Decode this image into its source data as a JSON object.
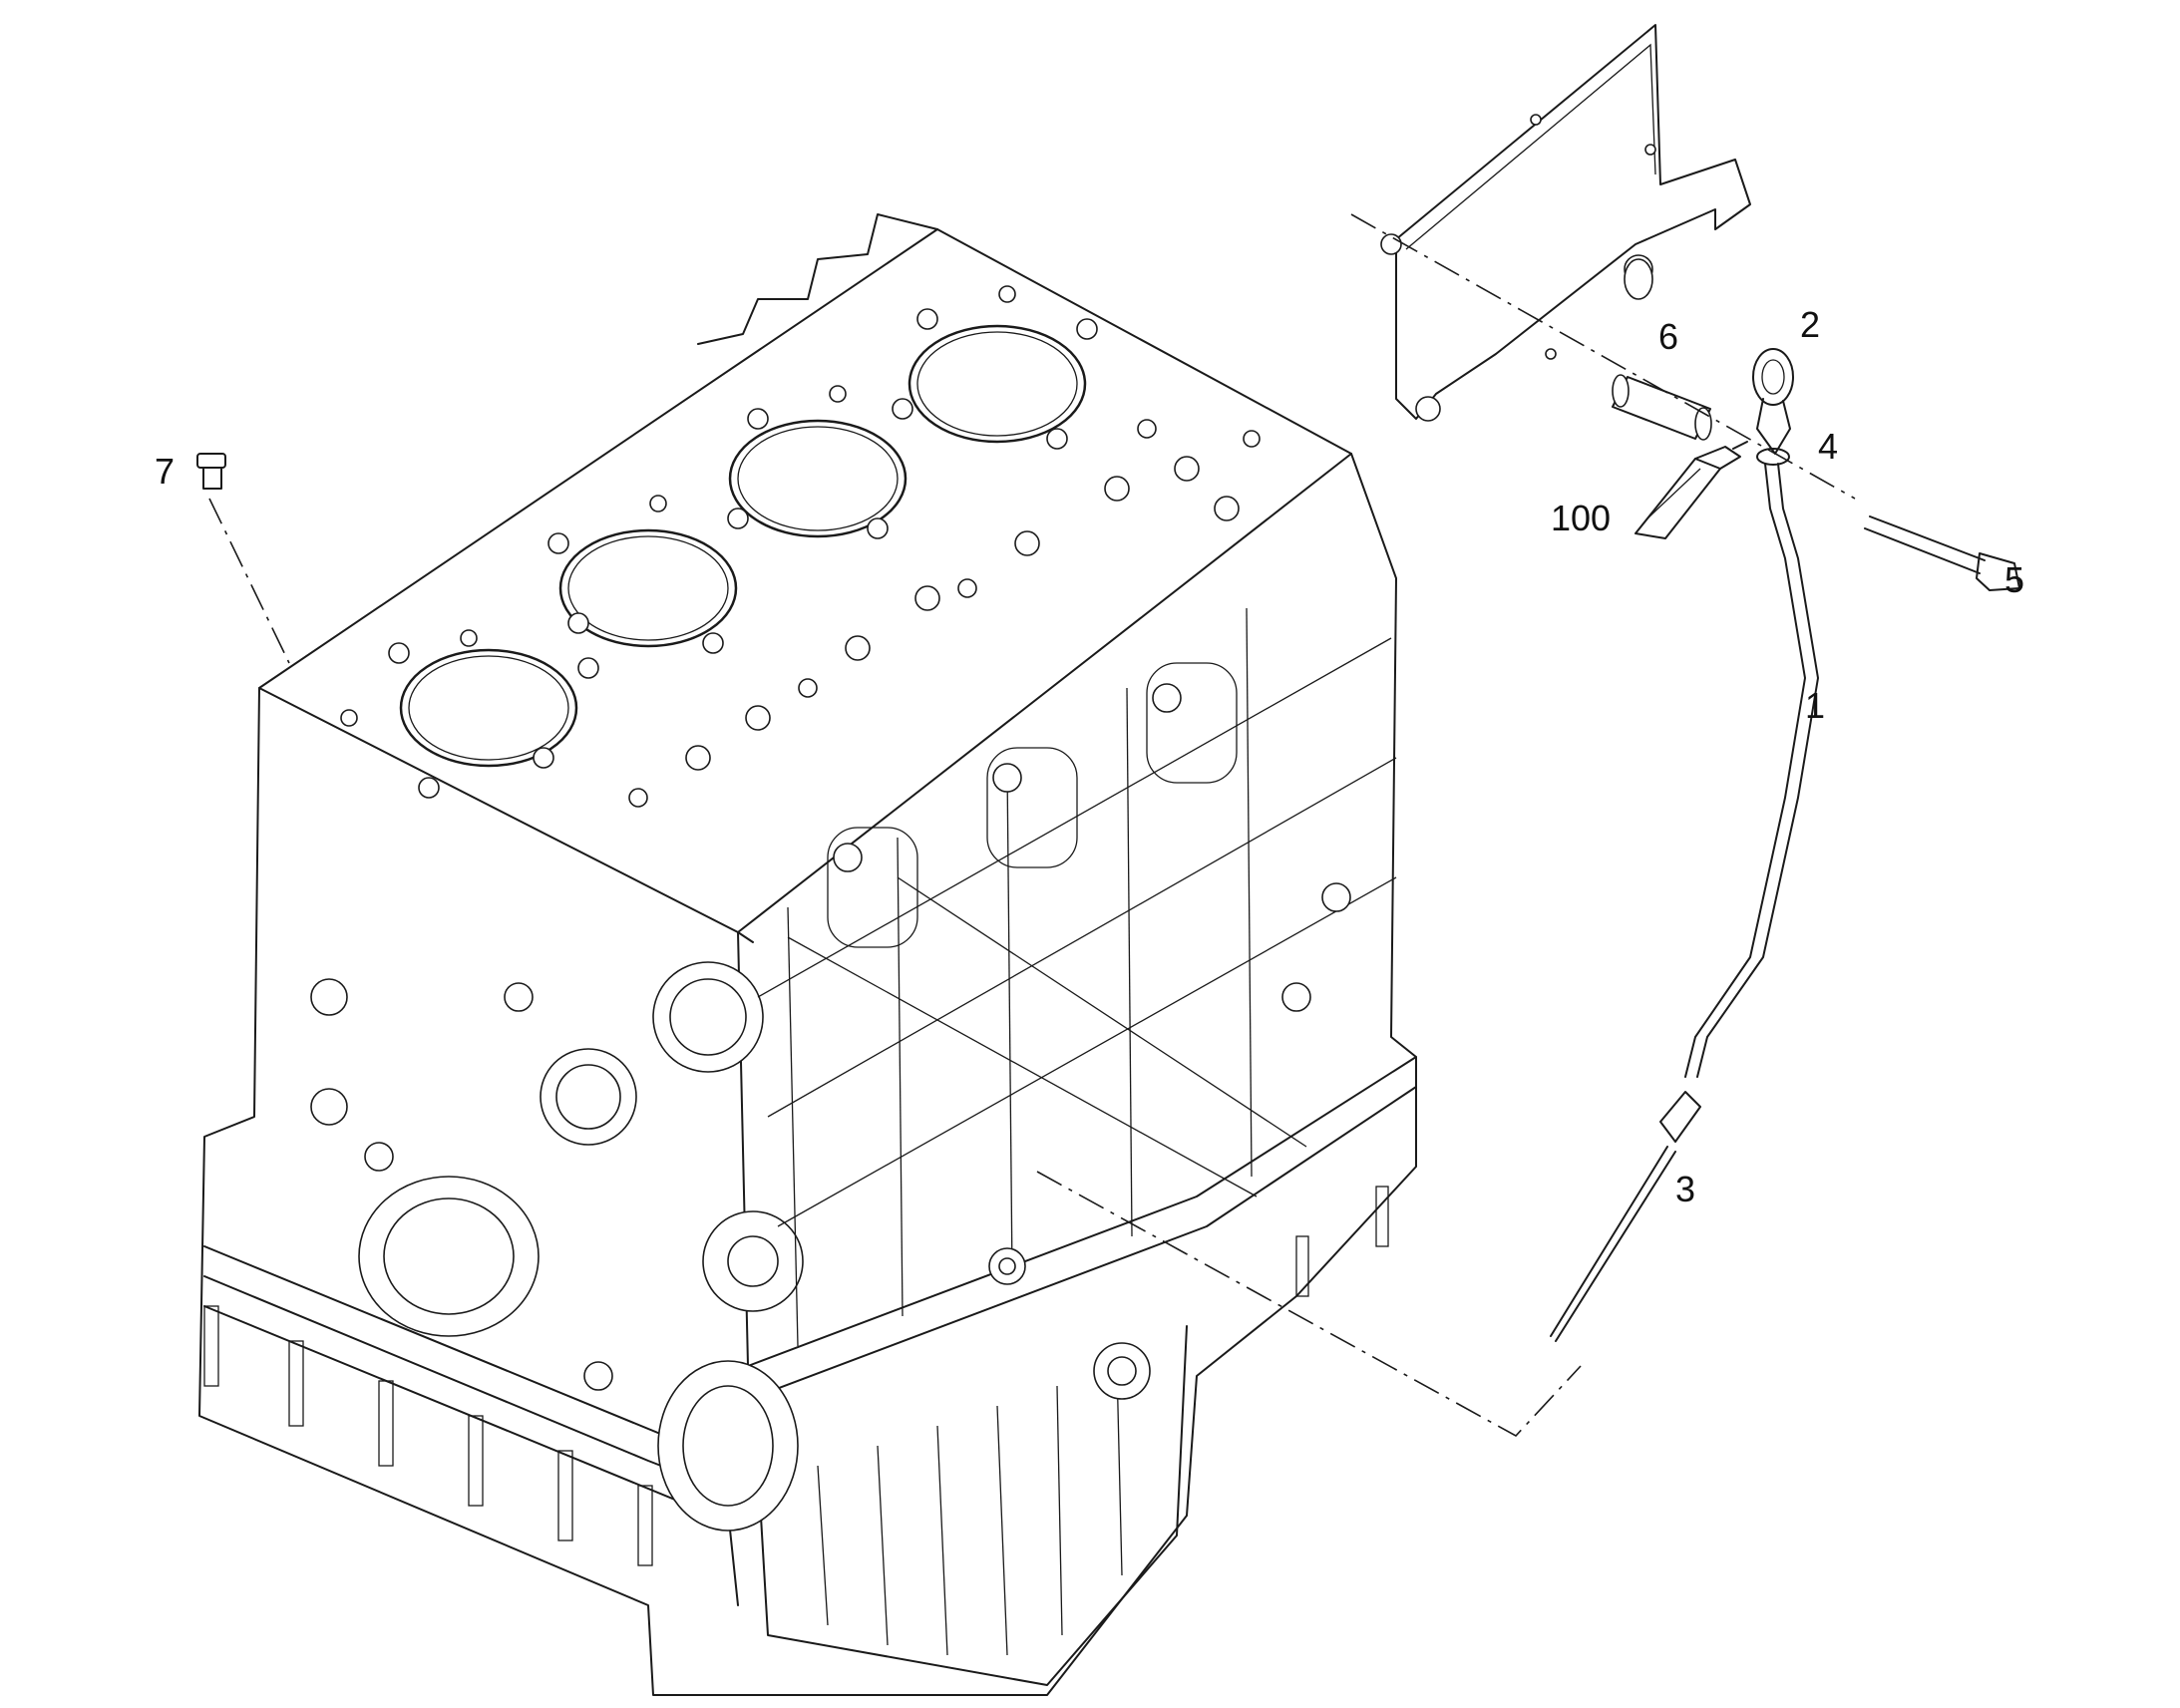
{
  "diagram": {
    "callouts": [
      {
        "id": "1",
        "label": "1"
      },
      {
        "id": "2",
        "label": "2"
      },
      {
        "id": "3",
        "label": "3"
      },
      {
        "id": "4",
        "label": "4"
      },
      {
        "id": "5",
        "label": "5"
      },
      {
        "id": "6",
        "label": "6"
      },
      {
        "id": "7",
        "label": "7"
      },
      {
        "id": "100",
        "label": "100"
      }
    ],
    "parts": [
      {
        "id": "engine-block",
        "icon": "engine-block-icon"
      },
      {
        "id": "mounting-bracket",
        "icon": "bracket-plate-icon"
      },
      {
        "id": "dipstick-tube",
        "icon": "dipstick-tube-icon"
      },
      {
        "id": "dipstick-handle",
        "icon": "dipstick-handle-icon"
      },
      {
        "id": "tube-nut",
        "icon": "tube-nut-icon"
      },
      {
        "id": "o-ring",
        "icon": "o-ring-icon"
      },
      {
        "id": "bolt",
        "icon": "bolt-icon"
      },
      {
        "id": "spacer",
        "icon": "spacer-icon"
      },
      {
        "id": "plug",
        "icon": "plug-icon"
      },
      {
        "id": "sealant",
        "icon": "sealant-tube-icon"
      }
    ],
    "colors": {
      "line": "#1a1a1a",
      "background": "#ffffff"
    }
  }
}
